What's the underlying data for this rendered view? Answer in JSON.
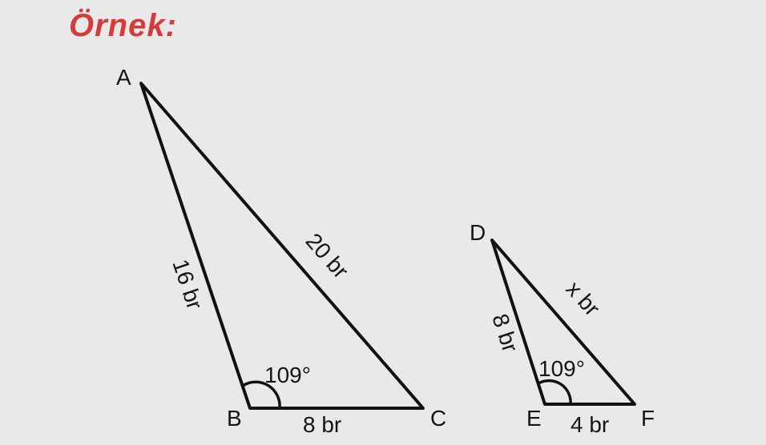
{
  "title": "Örnek:",
  "triangle1": {
    "vertices": {
      "a": "A",
      "b": "B",
      "c": "C"
    },
    "sides": {
      "ab": "16 br",
      "ac": "20 br",
      "bc": "8 br"
    },
    "angle_b": "109°"
  },
  "triangle2": {
    "vertices": {
      "d": "D",
      "e": "E",
      "f": "F"
    },
    "sides": {
      "de": "8 br",
      "df": "x br",
      "ef": "4 br"
    },
    "angle_e": "109°"
  },
  "colors": {
    "title": "#d63b3b",
    "stroke": "#111111",
    "background": "#e9e9e9"
  }
}
